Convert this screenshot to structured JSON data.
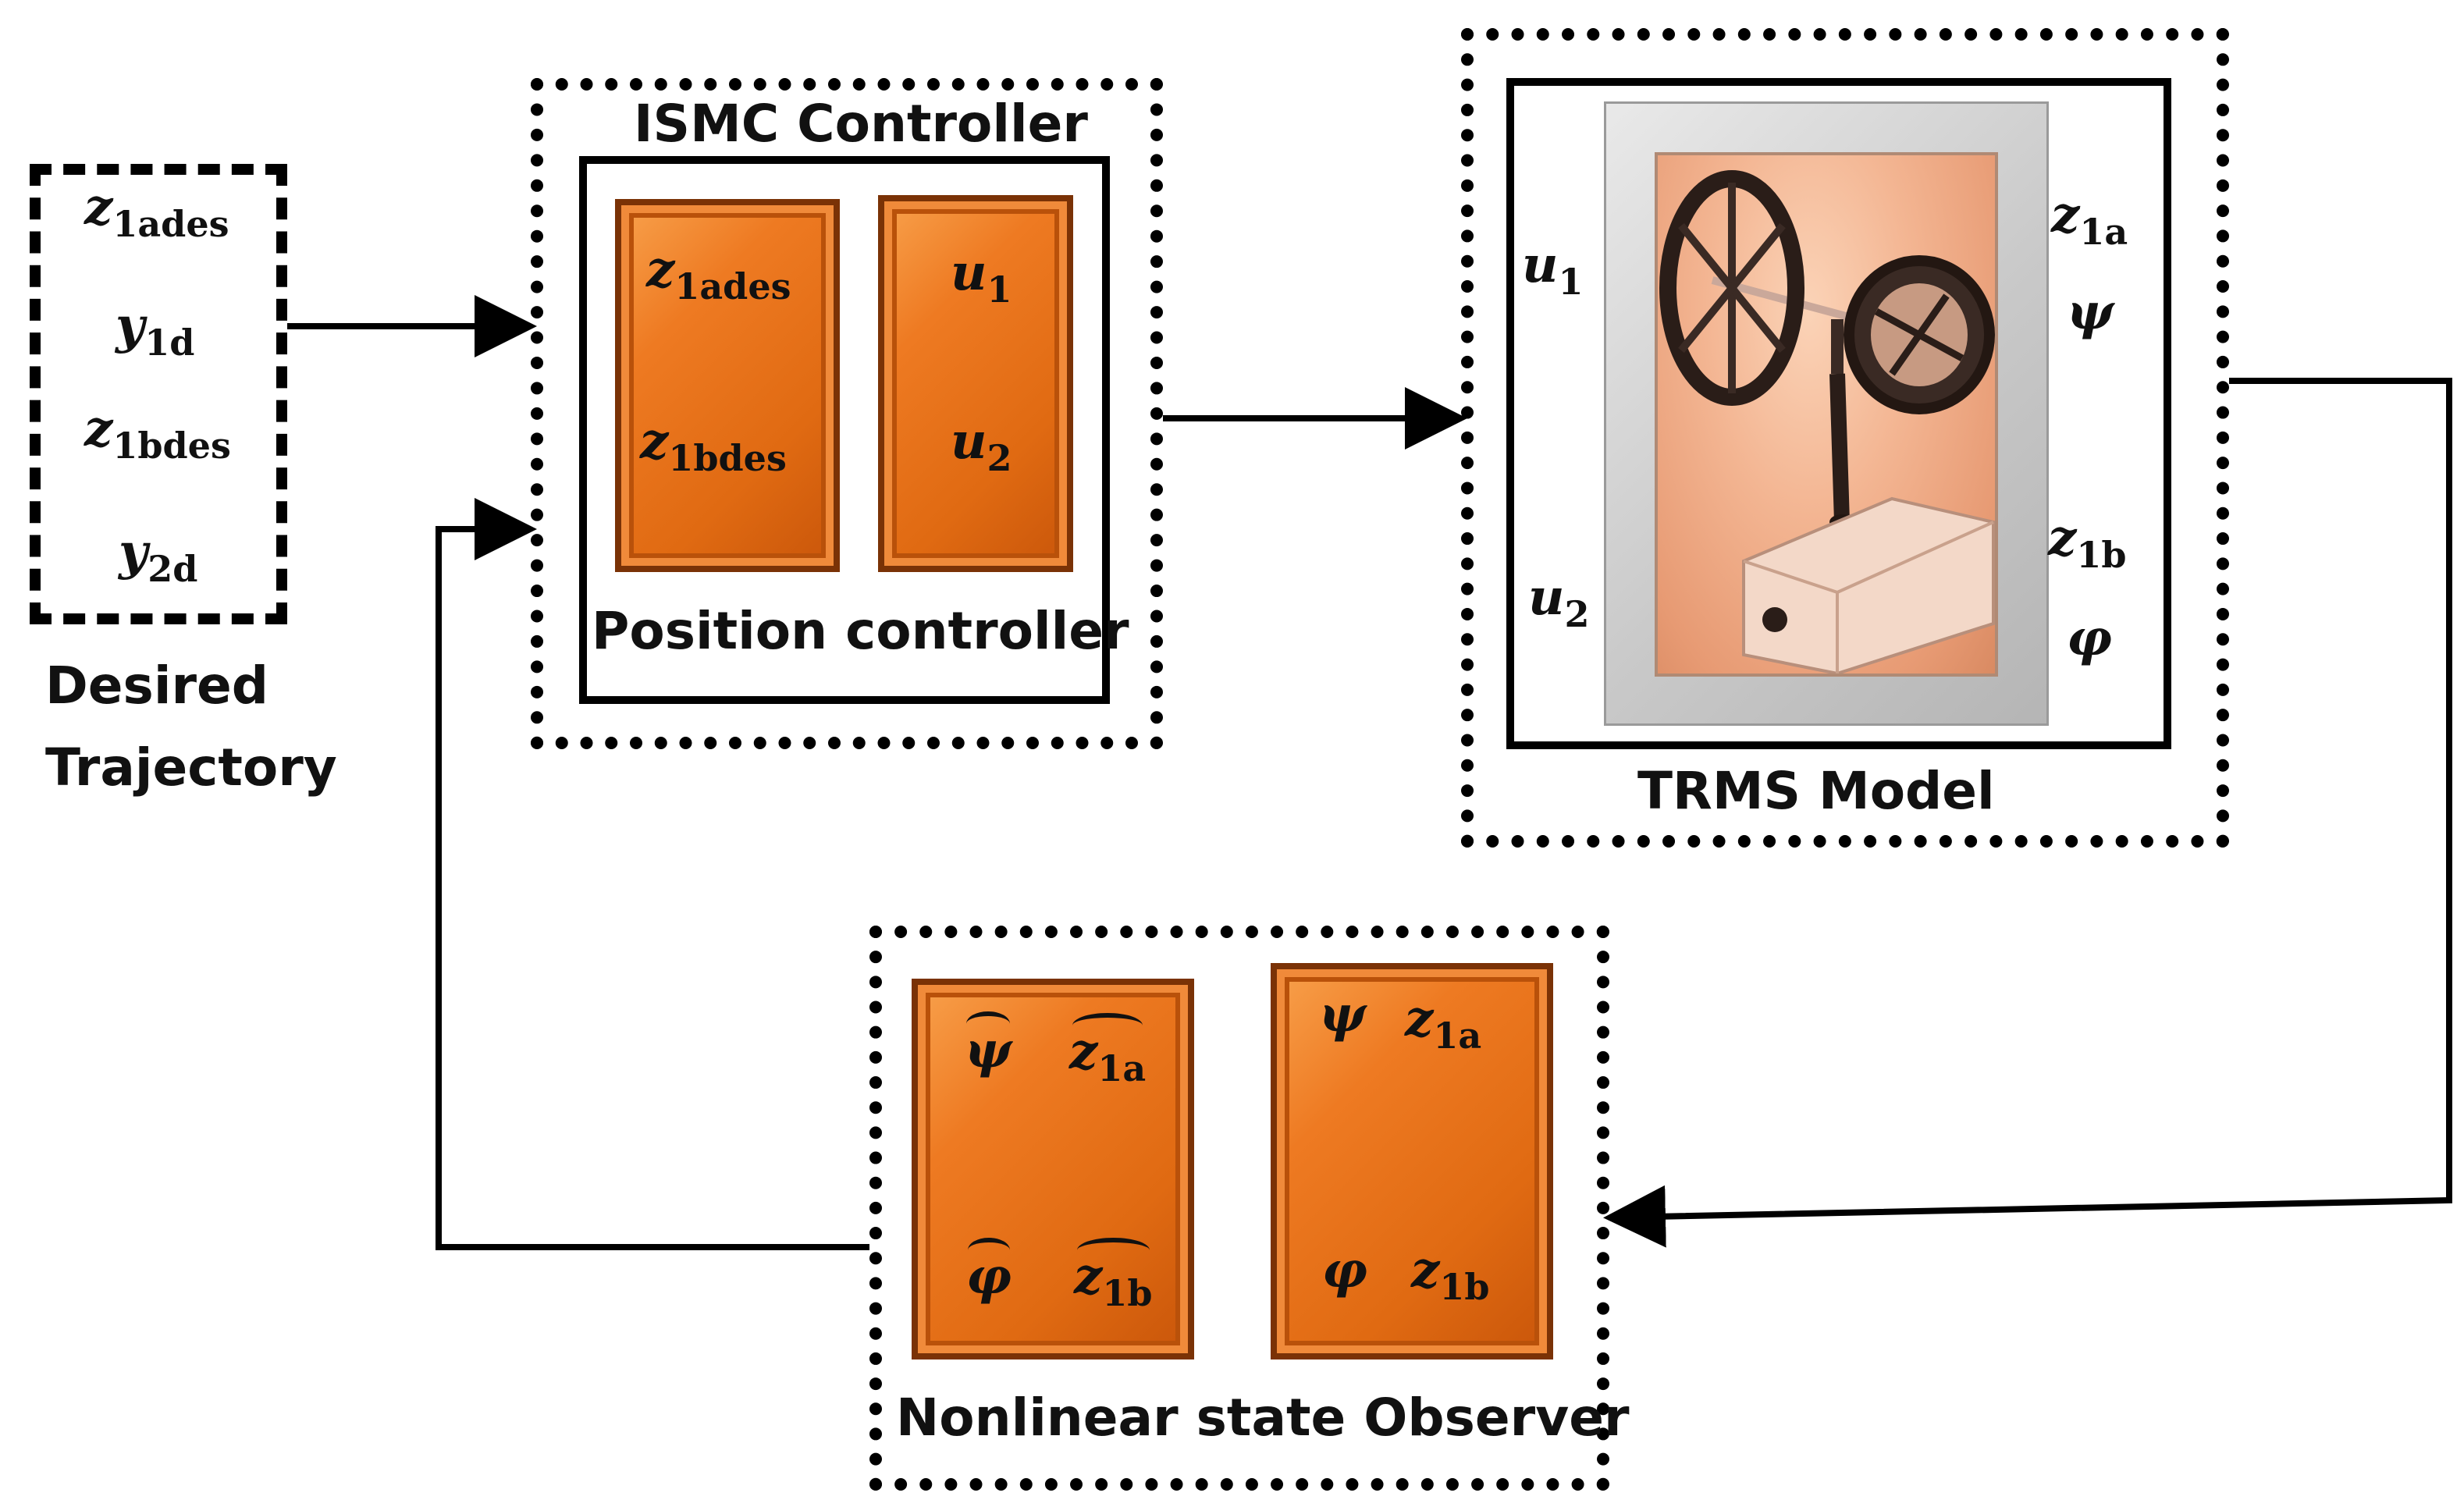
{
  "desired_trajectory": {
    "signals": [
      {
        "base": "z",
        "sub": "1ades"
      },
      {
        "base": "y",
        "sub": "1d"
      },
      {
        "base": "z",
        "sub": "1bdes"
      },
      {
        "base": "y",
        "sub": "2d"
      }
    ],
    "caption_line1": "Desired",
    "caption_line2": "Trajectory"
  },
  "ismc_controller": {
    "title": "ISMC Controller",
    "subtitle": "Position controller",
    "left_block": [
      {
        "base": "z",
        "sub": "1ades"
      },
      {
        "base": "z",
        "sub": "1bdes"
      }
    ],
    "right_block": [
      {
        "base": "u",
        "sub": "1"
      },
      {
        "base": "u",
        "sub": "2"
      }
    ]
  },
  "trms_model": {
    "title": "TRMS Model",
    "inputs": [
      {
        "base": "u",
        "sub": "1"
      },
      {
        "base": "u",
        "sub": "2"
      }
    ],
    "outputs": [
      {
        "base": "z",
        "sub": "1a"
      },
      {
        "base": "ψ",
        "sub": ""
      },
      {
        "base": "z",
        "sub": "1b"
      },
      {
        "base": "φ",
        "sub": ""
      }
    ]
  },
  "observer": {
    "title": "Nonlinear state Observer",
    "estimates": [
      {
        "base": "ψ",
        "sub": ""
      },
      {
        "base": "z",
        "sub": "1a"
      },
      {
        "base": "φ",
        "sub": ""
      },
      {
        "base": "z",
        "sub": "1b"
      }
    ],
    "measured": [
      {
        "base": "ψ",
        "sub": ""
      },
      {
        "base": "z",
        "sub": "1a"
      },
      {
        "base": "φ",
        "sub": ""
      },
      {
        "base": "z",
        "sub": "1b"
      }
    ]
  },
  "colors": {
    "block_orange": "#e8731a",
    "block_border": "#7a3206",
    "photo_tint": "#f3b592",
    "line": "#000000"
  }
}
